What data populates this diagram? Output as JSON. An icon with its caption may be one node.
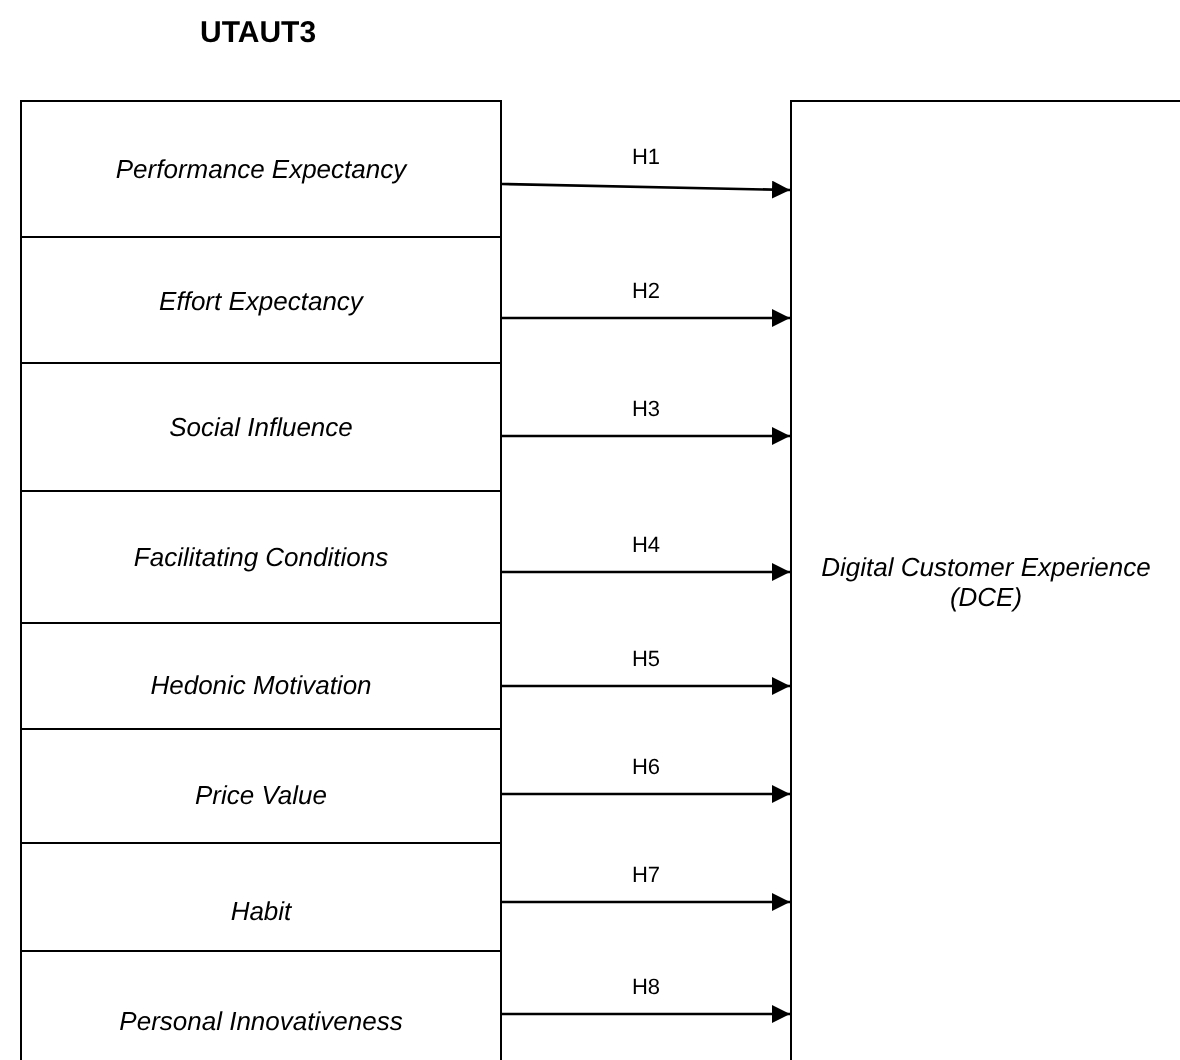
{
  "diagram": {
    "title": "UTAUT3",
    "nodes": [
      {
        "text": [
          "Performance Expectancy"
        ]
      },
      {
        "text": [
          "Effort Expectancy"
        ]
      },
      {
        "text": [
          "Social Influence"
        ]
      },
      {
        "text": [
          "Facilitating Conditions"
        ]
      },
      {
        "text": [
          "Hedonic Motivation"
        ]
      },
      {
        "text": [
          "Price Value"
        ]
      },
      {
        "text": [
          "Habit"
        ]
      },
      {
        "text": [
          "Personal Innovativeness"
        ]
      },
      {
        "text": [
          "Digital Customer Experience (DCE)"
        ]
      }
    ],
    "edges": [
      {
        "from": 0,
        "to": 8,
        "arrow": "to",
        "label": "H1"
      },
      {
        "from": 1,
        "to": 8,
        "arrow": "to",
        "label": "H2"
      },
      {
        "from": 2,
        "to": 8,
        "arrow": "to",
        "label": "H3"
      },
      {
        "from": 3,
        "to": 8,
        "arrow": "to",
        "label": "H4"
      },
      {
        "from": 4,
        "to": 8,
        "arrow": "to",
        "label": "H5"
      },
      {
        "from": 5,
        "to": 8,
        "arrow": "to",
        "label": "H6"
      },
      {
        "from": 6,
        "to": 8,
        "arrow": "to",
        "label": "H7"
      },
      {
        "from": 7,
        "to": 8,
        "arrow": "to",
        "label": "H8"
      }
    ]
  }
}
